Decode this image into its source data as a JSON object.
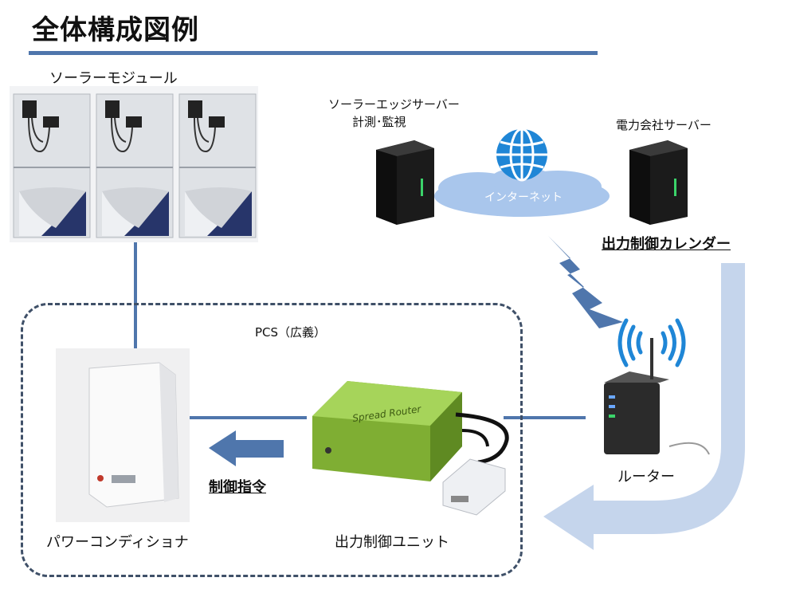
{
  "title": "全体構成図例",
  "solar_module_label": "ソーラーモジュール",
  "edge_server_label_line1": "ソーラーエッジサーバー",
  "edge_server_label_line2": "計測･監視",
  "internet_label": "インターネット",
  "utility_server_label": "電力会社サーバー",
  "calendar_label": "出力制御カレンダー",
  "pcs_label": "PCS（広義）",
  "control_command_label": "制御指令",
  "router_label": "ルーター",
  "power_conditioner_label": "パワーコンディショナ",
  "control_unit_label": "出力制御ユニット",
  "control_unit_brand": "Spread Router",
  "colors": {
    "accent_blue": "#4f76ac",
    "light_blue": "#c5d5ec",
    "green": "#8fbc3f",
    "cloud": "#a9c6ec"
  }
}
